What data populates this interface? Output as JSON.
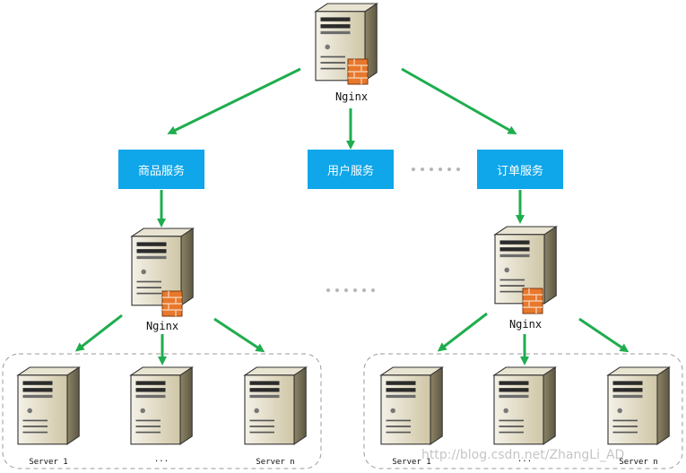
{
  "top_node": {
    "label": "Nginx"
  },
  "services": [
    {
      "label": "商品服务"
    },
    {
      "label": "用户服务"
    },
    {
      "label": "订单服务"
    }
  ],
  "ellipsis_row": "······",
  "mid_ellipsis": "······",
  "left_cluster": {
    "balancer": "Nginx",
    "servers": [
      "Server 1",
      "...",
      "Server n"
    ]
  },
  "right_cluster": {
    "balancer": "Nginx",
    "servers": [
      "Server 1",
      "...",
      "Server n"
    ]
  },
  "watermark": "http://blog.csdn.net/ZhangLi_AD",
  "colors": {
    "arrow": "#1fad4e",
    "box": "#0fa6ea",
    "server": "#d9d2b8",
    "firewall": "#e8782c"
  }
}
